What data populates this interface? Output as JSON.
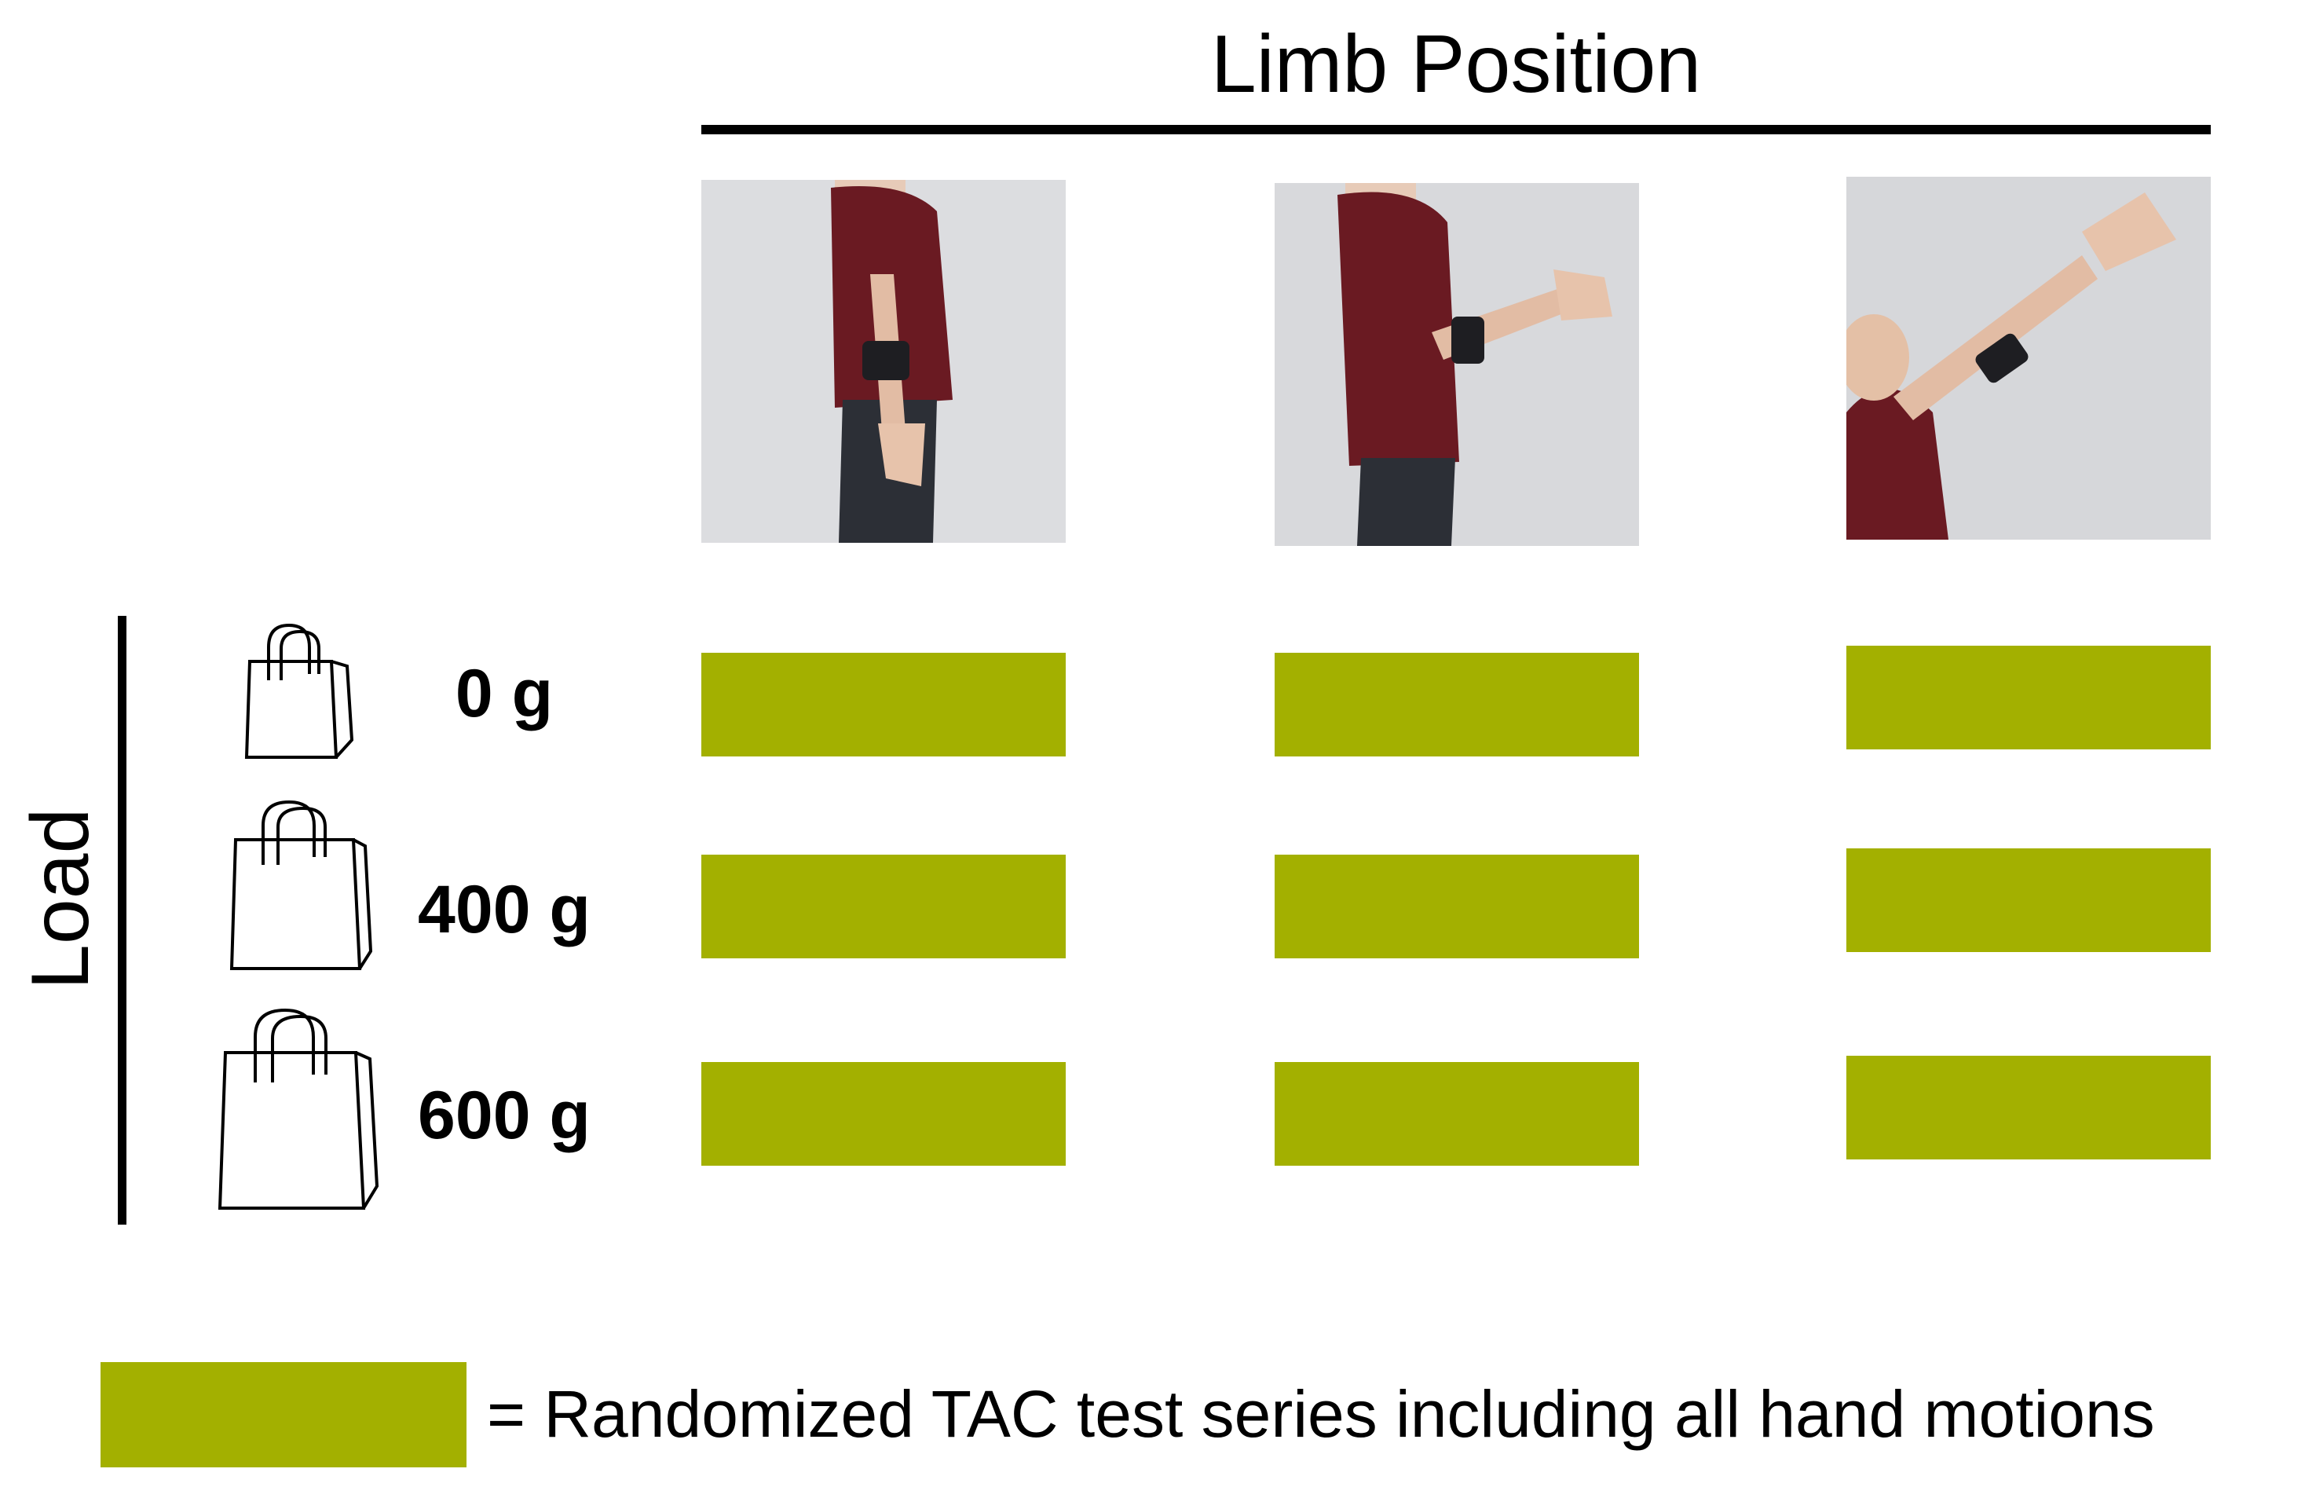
{
  "header": {
    "title": "Limb Position"
  },
  "load": {
    "label": "Load",
    "rows": [
      {
        "weight": "0 g"
      },
      {
        "weight": "400 g"
      },
      {
        "weight": "600 g"
      }
    ]
  },
  "positions": [
    {
      "icon": "arm-down-photo"
    },
    {
      "icon": "arm-forward-photo"
    },
    {
      "icon": "arm-raised-photo"
    }
  ],
  "legend": {
    "text": "= Randomized TAC test series including all hand motions"
  },
  "colors": {
    "cell": "#a3b000",
    "shirt": "#6a1a22",
    "background": "#ffffff",
    "photo_background": "#d9dadd"
  }
}
